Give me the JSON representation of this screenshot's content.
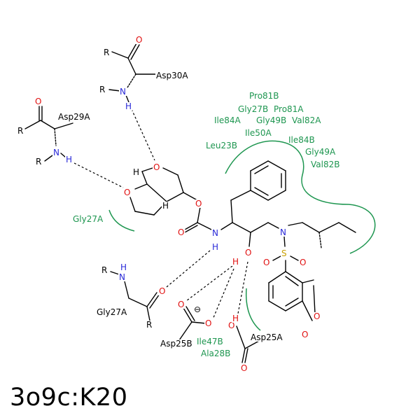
{
  "caption": "3o9c:K20",
  "colors": {
    "carbon": "#000000",
    "nitrogen": "#2a2ad8",
    "oxygen": "#e01010",
    "sulfur": "#c8a000",
    "residue": "#1e9650"
  },
  "atoms": {
    "r1": "R",
    "o_top": "O",
    "asp30a": "Asp30A",
    "r2": "R",
    "n1": "N",
    "h1": "H",
    "o_asp29": "O",
    "asp29a": "Asp29A",
    "r3": "R",
    "r4": "R",
    "n2": "N",
    "h2": "H",
    "h_bis1": "H",
    "o_bis1": "O",
    "o_bis2": "O",
    "h_bis2": "H",
    "o_carb1": "O",
    "o_carb2": "O",
    "n_carb": "N",
    "h_carb": "H",
    "o_oh": "O",
    "h_oh": "H",
    "n_sulf": "N",
    "s": "S",
    "o_s1": "O",
    "o_s2": "O",
    "o_diox1": "O",
    "o_diox2": "O",
    "r5": "R",
    "n3": "N",
    "h3": "H",
    "o_gly": "O",
    "gly27a_lig": "Gly27A",
    "r6": "R",
    "o_asp25b1": "O",
    "minus": "⊖",
    "o_asp25b2": "O",
    "asp25b": "Asp25B",
    "o_asp25a1": "O",
    "h_asp25a": "H",
    "o_asp25a2": "O",
    "asp25a": "Asp25A"
  },
  "residues": {
    "pro81b": "Pro81B",
    "gly27b": "Gly27B",
    "pro81a": "Pro81A",
    "ile84a": "Ile84A",
    "gly49b": "Gly49B",
    "val82a": "Val82A",
    "ile50a": "Ile50A",
    "ile84b": "Ile84B",
    "leu23b": "Leu23B",
    "gly49a": "Gly49A",
    "val82b": "Val82B",
    "gly27a": "Gly27A",
    "ile47b": "Ile47B",
    "ala28b": "Ala28B"
  }
}
